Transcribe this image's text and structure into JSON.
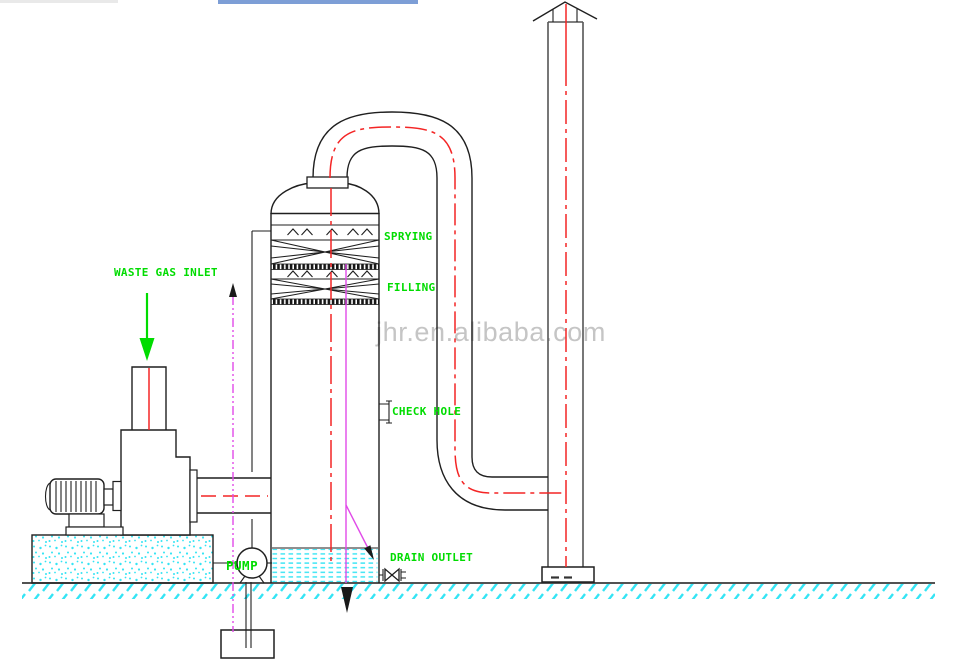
{
  "labels": {
    "waste_gas_inlet": "WASTE GAS INLET",
    "sprying": "SPRYING",
    "filling": "FILLING",
    "check_hole": "CHECK HOLE",
    "drain_outlet": "DRAIN OUTLET",
    "pump": "PUMP"
  },
  "watermark": {
    "text": "jhr.en.alibaba.com"
  },
  "colors": {
    "label_green": "#00dc00",
    "centerline_red": "#f42525",
    "flow_magenta": "#e04ae8",
    "water_cyan": "#35e4f4",
    "line_black": "#1f1f1f",
    "chimney_gray": "#555555",
    "watermark_gray": "#c5c5c5",
    "top_bar_blue": "#7d9ed6",
    "top_bar_gray": "#e9e9e9"
  }
}
